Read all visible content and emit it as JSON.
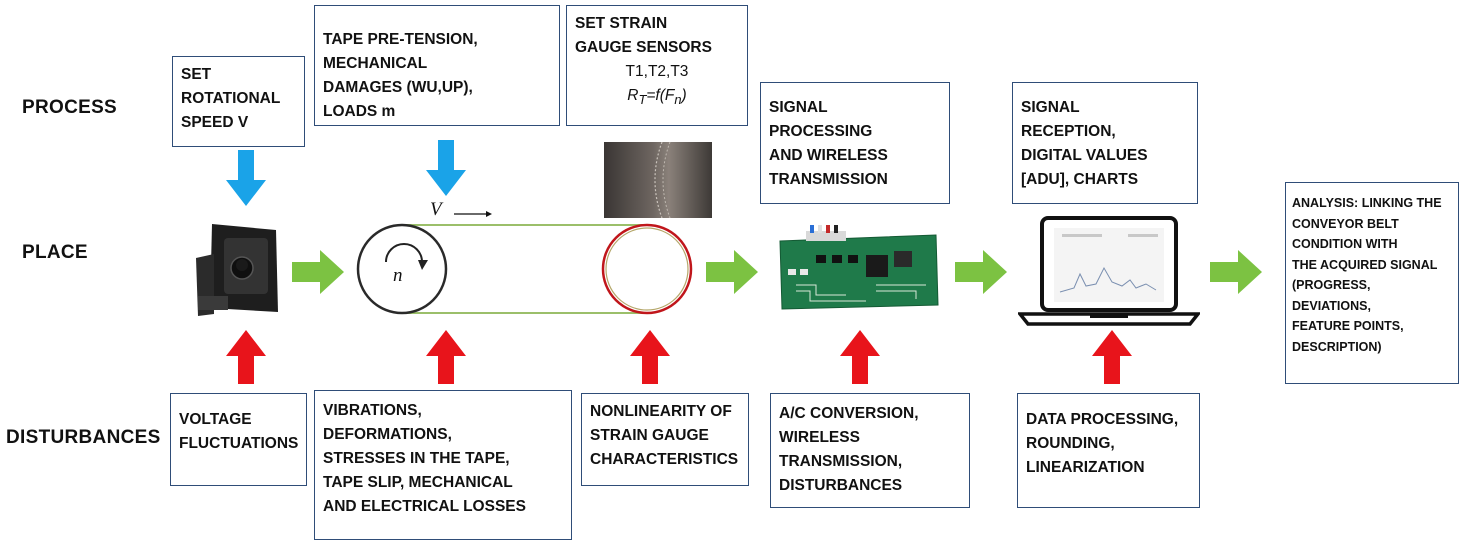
{
  "rows": {
    "process": "PROCESS",
    "place": "PLACE",
    "disturbances": "DISTURBANCES"
  },
  "process_boxes": {
    "speed": [
      "SET",
      "ROTATIONAL",
      "SPEED V"
    ],
    "tape": [
      "TAPE PRE-TENSION,",
      "MECHANICAL",
      "DAMAGES (WU,UP),",
      "LOADS m"
    ],
    "strain": {
      "lines": [
        "SET STRAIN",
        "GAUGE SENSORS"
      ],
      "sensors": "T1,T2,T3",
      "formula": "R_T=f(F_n)"
    },
    "signal": [
      "SIGNAL",
      "PROCESSING",
      "AND WIRELESS",
      "TRANSMISSION"
    ],
    "reception": [
      "SIGNAL",
      "RECEPTION,",
      "DIGITAL VALUES",
      "[ADU], CHARTS"
    ]
  },
  "analysis_box": [
    "ANALYSIS: LINKING THE",
    "CONVEYOR BELT",
    "CONDITION WITH",
    "THE ACQUIRED SIGNAL",
    "(PROGRESS,",
    "DEVIATIONS,",
    "FEATURE POINTS,",
    "DESCRIPTION)"
  ],
  "disturbance_boxes": {
    "voltage": [
      "VOLTAGE",
      "FLUCTUATIONS"
    ],
    "vibrations": [
      "VIBRATIONS,",
      "DEFORMATIONS,",
      "STRESSES IN THE TAPE,",
      "TAPE SLIP, MECHANICAL",
      "AND ELECTRICAL LOSSES"
    ],
    "nonlinearity": [
      "NONLINEARITY OF",
      "STRAIN GAUGE",
      "CHARACTERISTICS"
    ],
    "conversion": [
      "A/C CONVERSION,",
      "WIRELESS",
      "TRANSMISSION,",
      "DISTURBANCES"
    ],
    "data": [
      "DATA PROCESSING,",
      "ROUNDING,",
      "LINEARIZATION"
    ]
  },
  "conveyor": {
    "speed_symbol": "V",
    "rotation_symbol": "n"
  },
  "colors": {
    "box_border": "#2f4d78",
    "blue_arrow": "#1aa3e8",
    "red_arrow": "#e8141b",
    "green_arrow": "#7cc242"
  }
}
